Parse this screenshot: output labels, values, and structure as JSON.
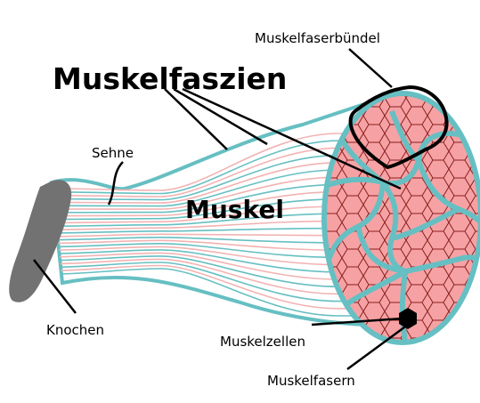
{
  "labels": {
    "muskelfaserbuendel": "Muskelfaserbündel",
    "muskelfaszien": "Muskelfaszien",
    "sehne": "Sehne",
    "muskel": "Muskel",
    "knochen": "Knochen",
    "muskelzellen": "Muskelzellen",
    "muskelfasern": "Muskelfasern"
  },
  "colors": {
    "fascia": "#66bfc2",
    "muscle_fill": "#f6a2a4",
    "fiber_line": "#8a1f1f",
    "tendon_line": "#f2b3b3",
    "bone": "#727272",
    "highlight_outline": "#000000"
  }
}
